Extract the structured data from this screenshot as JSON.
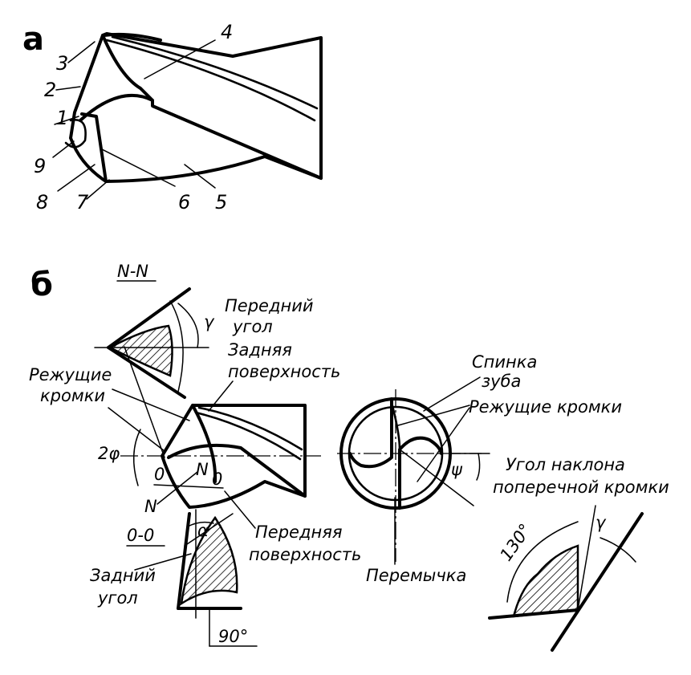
{
  "part_a": {
    "letter": "а",
    "labels": [
      "1",
      "2",
      "3",
      "4",
      "5",
      "6",
      "7",
      "8",
      "9"
    ]
  },
  "part_b": {
    "letter": "б",
    "section_nn": "N-N",
    "rake_angle": [
      "Передний",
      "угол"
    ],
    "gamma": "γ",
    "flank_surface": [
      "Задняя",
      "поверхность"
    ],
    "cutting_edges_left": [
      "Режущие",
      "кромки"
    ],
    "point_angle": "2φ",
    "o_left": "0",
    "o_right": "0",
    "n_top": "N",
    "n_bottom": "N",
    "face_surface": [
      "Передняя",
      "поверхность"
    ],
    "section_oo": "0-0",
    "alpha": "α",
    "clearance_angle": [
      "Задний",
      "угол"
    ],
    "right_angle": "90°",
    "tooth_back": [
      "Спинка",
      "зуба"
    ],
    "cutting_edges_right": "Режущие кромки",
    "psi": "ψ",
    "chisel_edge_angle": [
      "Угол наклона",
      "поперечной кромки"
    ],
    "web": "Перемычка",
    "angle_130": "130°",
    "gamma_right": "γ"
  }
}
